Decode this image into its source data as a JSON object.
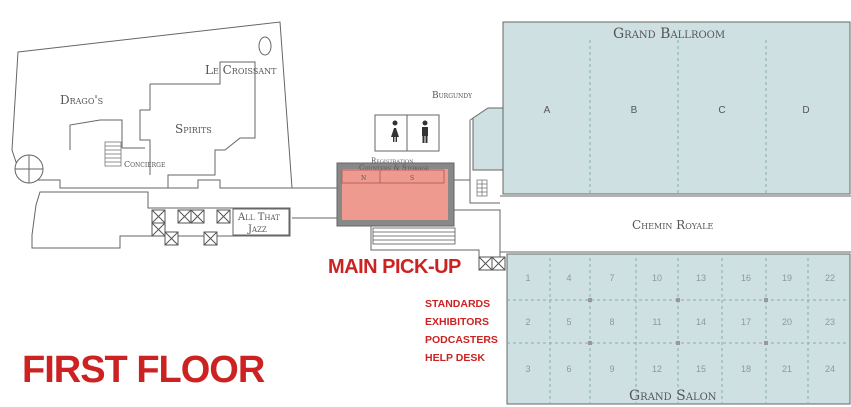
{
  "map_title": "FIRST FLOOR",
  "pickup": {
    "title": "MAIN PICK-UP",
    "items": [
      "STANDARDS",
      "EXHIBITORS",
      "PODCASTERS",
      "HELP DESK"
    ]
  },
  "rooms": {
    "dragos": "Drago's",
    "le_croissant": "Le Croissant",
    "spirits": "Spirits",
    "concierge": "Concierge",
    "all_that_jazz_1": "All That",
    "all_that_jazz_2": "Jazz",
    "burgundy": "Burgundy",
    "registration_1": "Registration",
    "registration_2": "Counters & Storage",
    "reg_n": "N",
    "reg_s": "S",
    "grand_ballroom": "Grand Ballroom",
    "chemin_royale": "Chemin Royale",
    "grand_salon": "Grand Salon"
  },
  "ballroom_sections": [
    "A",
    "B",
    "C",
    "D"
  ],
  "salon_numbers": [
    [
      "1",
      "4",
      "7",
      "10",
      "13",
      "16",
      "19",
      "22"
    ],
    [
      "2",
      "5",
      "8",
      "11",
      "14",
      "17",
      "20",
      "23"
    ],
    [
      "3",
      "6",
      "9",
      "12",
      "15",
      "18",
      "21",
      "24"
    ]
  ],
  "colors": {
    "ballroom_fill": "#cfe0e3",
    "pickup_fill": "#ef9a8e",
    "pickup_border": "#777777",
    "accent_red": "#cc2222",
    "wall": "#666666"
  }
}
